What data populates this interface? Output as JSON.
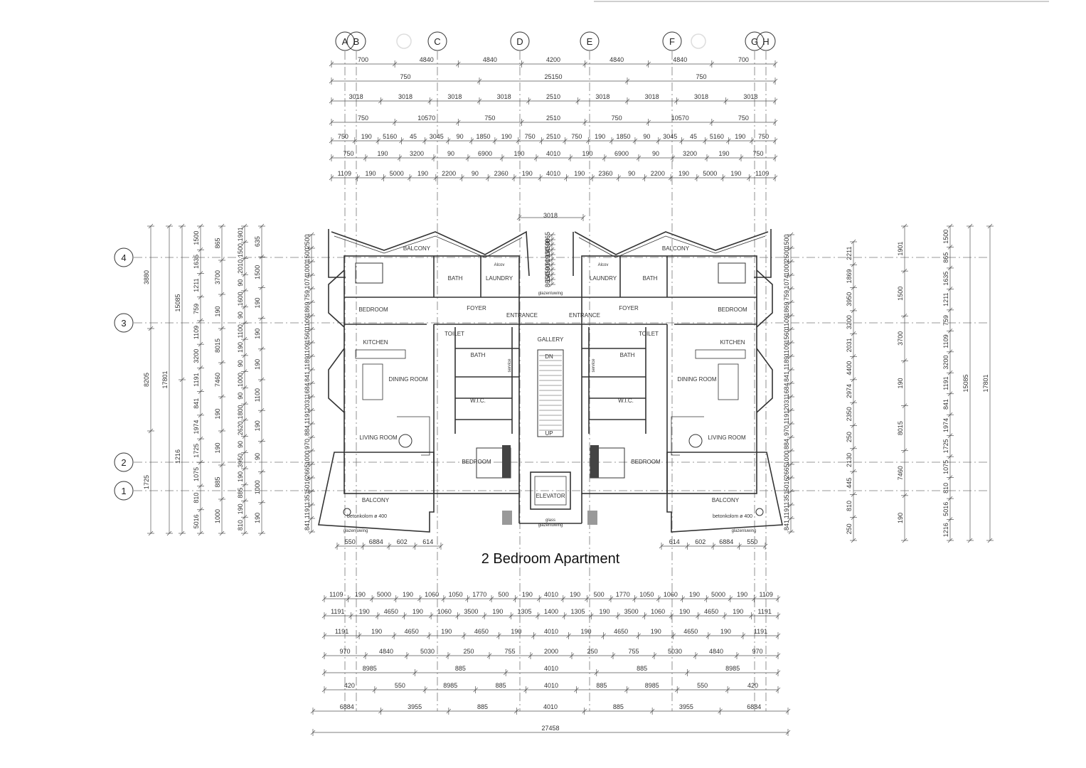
{
  "title": "2 Bedroom Apartment",
  "grid": {
    "columns": [
      "A",
      "B",
      "C",
      "D",
      "E",
      "F",
      "G",
      "H"
    ],
    "rows": [
      "4",
      "3",
      "2",
      "1"
    ]
  },
  "top_dims": {
    "row1": [
      "700",
      "4840",
      "4840",
      "4200",
      "4840",
      "4840",
      "700"
    ],
    "row2": [
      "750",
      "25150",
      "750"
    ],
    "row3": [
      "3018",
      "3018",
      "3018",
      "3018",
      "2510",
      "3018",
      "3018",
      "3018",
      "3018"
    ],
    "row4": [
      "750",
      "10570",
      "750",
      "2510",
      "750",
      "10570",
      "750"
    ],
    "row5": [
      "750",
      "190",
      "5160",
      "45",
      "3045",
      "90",
      "1850",
      "190",
      "750",
      "2510",
      "750",
      "190",
      "1850",
      "90",
      "3045",
      "45",
      "5160",
      "190",
      "750"
    ],
    "row6": [
      "750",
      "190",
      "3200",
      "90",
      "6900",
      "190",
      "4010",
      "190",
      "6900",
      "90",
      "3200",
      "190",
      "750"
    ],
    "row7": [
      "1109",
      "190",
      "5000",
      "190",
      "2200",
      "90",
      "2360",
      "190",
      "4010",
      "190",
      "2360",
      "90",
      "2200",
      "190",
      "5000",
      "190",
      "1109"
    ]
  },
  "bottom_dims": {
    "row1": [
      "1109",
      "190",
      "5000",
      "190",
      "1060",
      "1050",
      "1770",
      "500",
      "190",
      "4010",
      "190",
      "500",
      "1770",
      "1050",
      "1060",
      "190",
      "5000",
      "190",
      "1109"
    ],
    "row2": [
      "1191",
      "190",
      "4650",
      "190",
      "1060",
      "3500",
      "190",
      "1305",
      "1400",
      "1305",
      "190",
      "3500",
      "1060",
      "190",
      "4650",
      "190",
      "1191"
    ],
    "row3": [
      "1191",
      "190",
      "4650",
      "190",
      "4650",
      "190",
      "4010",
      "190",
      "4650",
      "190",
      "4650",
      "190",
      "1191"
    ],
    "row4": [
      "970",
      "4840",
      "5030",
      "250",
      "755",
      "2000",
      "250",
      "755",
      "5030",
      "4840",
      "970"
    ],
    "row5": [
      "8985",
      "885",
      "4010",
      "885",
      "8985"
    ],
    "row6": [
      "420",
      "550",
      "8985",
      "885",
      "4010",
      "885",
      "8985",
      "550",
      "420"
    ],
    "row7": [
      "6884",
      "3955",
      "885",
      "4010",
      "885",
      "3955",
      "6884"
    ],
    "row8": [
      "27458"
    ]
  },
  "center_dims": {
    "gallery_width": "3018",
    "left_bottom": [
      "550",
      "6884",
      "602",
      "614"
    ],
    "right_bottom": [
      "614",
      "602",
      "6884",
      "550"
    ]
  },
  "left_dims": {
    "total": "17801",
    "col_a": [
      "3880",
      "8205",
      "1725"
    ],
    "col_b": [
      "15085",
      "1216"
    ],
    "col_c": [
      "1500",
      "1635",
      "1211",
      "759",
      "1109",
      "3200",
      "1191",
      "841",
      "1974",
      "1725",
      "1075",
      "810",
      "5016"
    ],
    "col_d": [
      "865",
      "3700",
      "190",
      "8015",
      "7460",
      "190",
      "190",
      "885",
      "1000"
    ],
    "col_e": [
      "1901",
      "1500",
      "2010",
      "90",
      "1600",
      "90",
      "1100",
      "190",
      "90",
      "1000",
      "90",
      "1800",
      "2620",
      "90",
      "3950",
      "190",
      "885",
      "190",
      "810"
    ],
    "col_f": [
      "635",
      "1500",
      "190",
      "190",
      "190",
      "1100",
      "190",
      "90",
      "1000",
      "190"
    ]
  },
  "right_dims": {
    "total": "17801",
    "col_a": [
      "1500",
      "865",
      "1635",
      "1211",
      "759",
      "1109",
      "3200",
      "1191",
      "841",
      "1974",
      "1725",
      "1075",
      "810",
      "5016",
      "1216"
    ],
    "col_b": [
      "15085"
    ],
    "col_c": [
      "1901",
      "1500",
      "3700",
      "190",
      "8015",
      "7460",
      "190"
    ],
    "col_d": [
      "2211",
      "1869",
      "3950",
      "3200",
      "2031",
      "4400",
      "2974",
      "2350",
      "250",
      "2130",
      "445",
      "810",
      "250"
    ]
  },
  "plan_dims_left": [
    "2500",
    "1500",
    "1000",
    "1074",
    "759",
    "1869",
    "1109",
    "1560",
    "1109",
    "1189",
    "841",
    "1684",
    "2031",
    "1191",
    "884",
    "970",
    "1000",
    "2665",
    "5016",
    "1351",
    "1191",
    "841"
  ],
  "plan_dims_right": [
    "1500",
    "2500",
    "1000",
    "1074",
    "759",
    "1869",
    "1109",
    "1560",
    "1109",
    "1189",
    "841",
    "1684",
    "2031",
    "1191",
    "970",
    "884",
    "1000",
    "2665",
    "5016",
    "1351",
    "1191",
    "841"
  ],
  "mid_dims": [
    "865",
    "90",
    "450",
    "190",
    "190",
    "90",
    "90",
    "450",
    "190",
    "865"
  ],
  "rooms": {
    "balcony": "BALCONY",
    "bath": "BATH",
    "laundry": "LAUNDRY",
    "bedroom": "BEDROOM",
    "foyer": "FOYER",
    "entrance": "ENTRANCE",
    "toilet": "TOILET",
    "kitchen": "KITCHEN",
    "dining": "DINING ROOM",
    "wic": "W.I.C.",
    "living": "LIVING ROOM",
    "gallery": "GALLERY",
    "elevator": "ELEVATOR",
    "service": "service",
    "dn": "DN",
    "up": "UP",
    "beton": "betonkolom ø 400",
    "glazing": "glazenluwing",
    "glass": "glass",
    "alcove": "Alcov"
  }
}
